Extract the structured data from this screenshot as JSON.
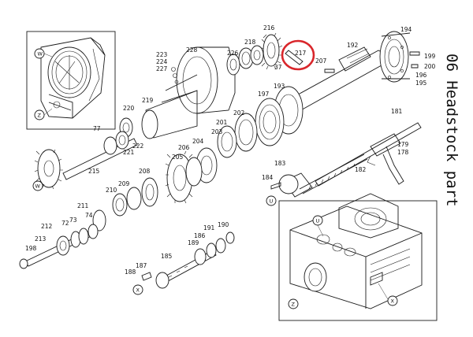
{
  "title": "06 Headstock part",
  "highlight_color": "#d9262b",
  "labels": {
    "l216": "216",
    "l218": "218",
    "l217": "217",
    "l207": "207",
    "l37": "37",
    "l194": "194",
    "l192": "192",
    "l199": "199",
    "l200": "200",
    "l196": "196",
    "l195": "195",
    "l228": "228",
    "l226": "226",
    "l223": "223",
    "l224": "224",
    "l227": "227",
    "l220": "220",
    "l219": "219",
    "l193": "193",
    "l197": "197",
    "l202": "202",
    "l201": "201",
    "l203": "203",
    "l181": "181",
    "l77": "77",
    "l222": "222",
    "l221": "221",
    "l215": "215",
    "l204": "204",
    "l206": "206",
    "l205": "205",
    "l208": "208",
    "l183": "183",
    "l184": "184",
    "l179": "179",
    "l178": "178",
    "l182": "182",
    "l210": "210",
    "l209": "209",
    "l211": "211",
    "l212": "212",
    "l72": "72",
    "l73": "73",
    "l74": "74",
    "l213": "213",
    "l198": "198",
    "l191": "191",
    "l190": "190",
    "l186": "186",
    "l189": "189",
    "l185": "185",
    "l187": "187",
    "l188": "188"
  },
  "view_markers": {
    "w1": "W",
    "z1": "Z",
    "w2": "W",
    "u1": "U",
    "u2": "U",
    "x1": "X",
    "x2": "X",
    "z2": "Z"
  }
}
